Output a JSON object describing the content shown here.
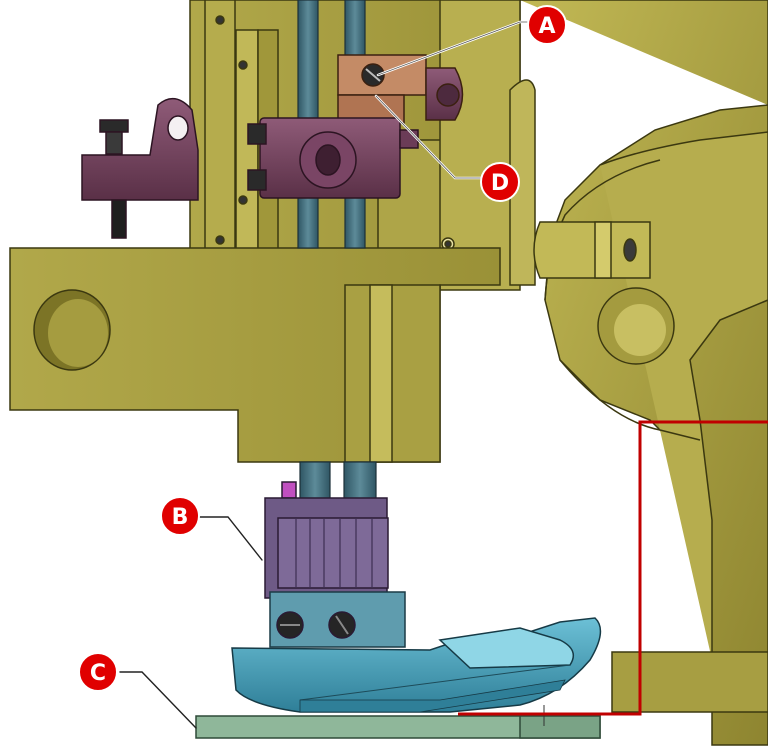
{
  "diagram": {
    "callouts": [
      {
        "id": "A",
        "label": "A"
      },
      {
        "id": "B",
        "label": "B"
      },
      {
        "id": "C",
        "label": "C"
      },
      {
        "id": "D",
        "label": "D"
      }
    ],
    "colors": {
      "frame": "#a39a3f",
      "frame_dark": "#6f6a22",
      "frame_light": "#c4bb5c",
      "bar": "#3e6a78",
      "clamp": "#6e3f5a",
      "clamp_light": "#8d5574",
      "block": "#b77d59",
      "foot": "#4a9fb8",
      "foot_dark": "#2c6f86",
      "plate": "#8fb79a",
      "callout": "#e00000",
      "guide_line": "#c00000"
    }
  }
}
